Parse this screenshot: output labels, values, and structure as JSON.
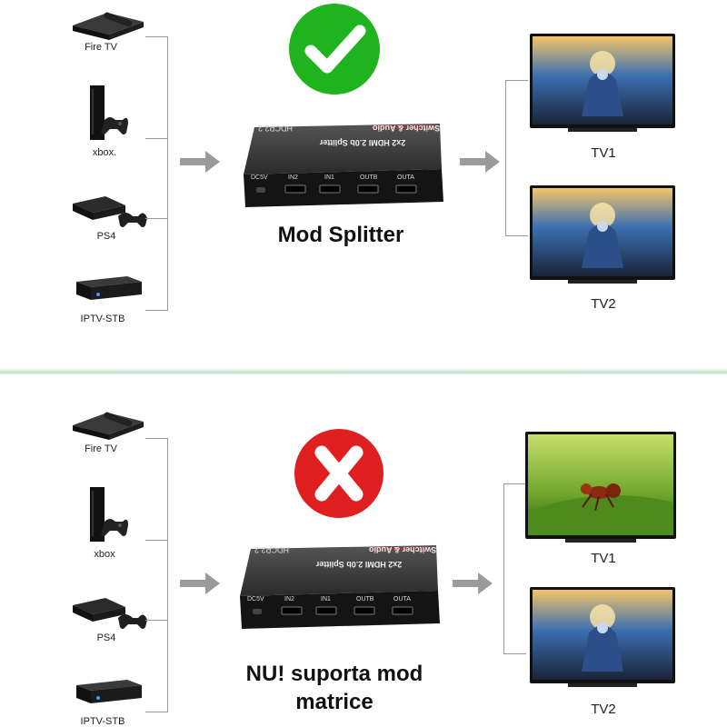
{
  "panels": [
    {
      "id": "splitter",
      "sources": [
        "Fire TV",
        "xbox.",
        "PS4",
        "IPTV-STB"
      ],
      "badge": "check-icon",
      "badge_color": "#1fb31f",
      "device": {
        "front_title": "2x2 HDMI 2.0b Splitter",
        "front_subtitle": "Switcher & Audio",
        "hdcp": "HDCP2.2",
        "ports": [
          "DC5V",
          "IN2",
          "IN1",
          "OUTB",
          "OUTA"
        ]
      },
      "mode_label": "Mod Splitter",
      "outputs": [
        "TV1",
        "TV2"
      ]
    },
    {
      "id": "matrix",
      "sources": [
        "Fire TV",
        "xbox",
        "PS4",
        "IPTV-STB"
      ],
      "badge": "cross-icon",
      "badge_color": "#e02020",
      "device": {
        "front_title": "2x2 HDMI 2.0b Splitter",
        "front_subtitle": "Switcher & Audio",
        "hdcp": "HDCP2.2",
        "ports": [
          "DC5V",
          "IN2",
          "IN1",
          "OUTB",
          "OUTA"
        ]
      },
      "mode_label_line1": "NU! suporta mod",
      "mode_label_line2": "matrice",
      "outputs": [
        "TV1",
        "TV2"
      ]
    }
  ]
}
